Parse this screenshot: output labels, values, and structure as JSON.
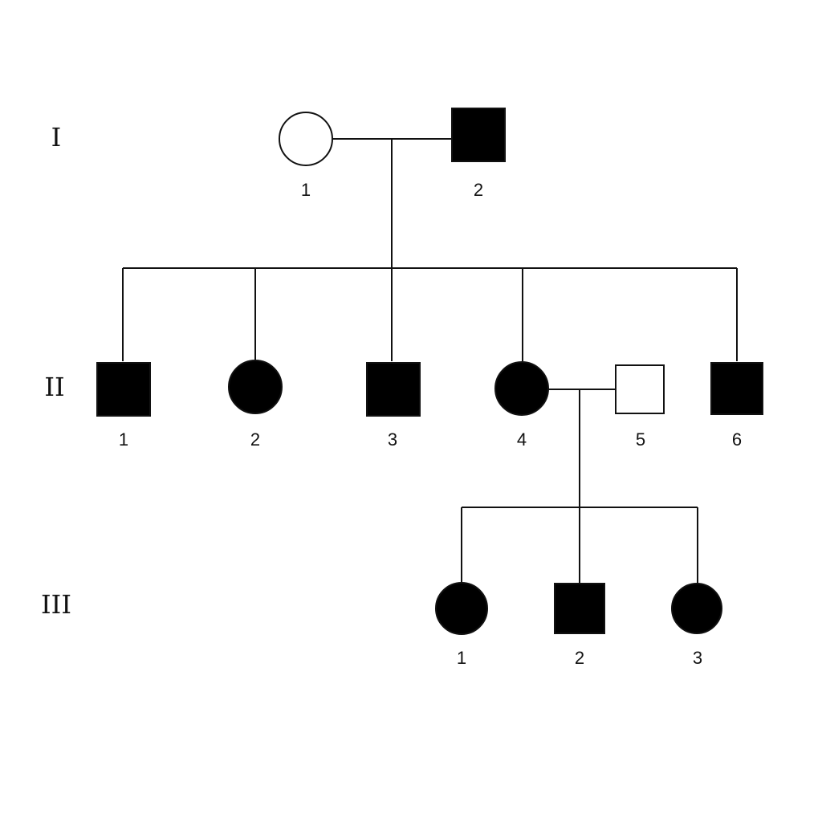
{
  "colors": {
    "affected": "#000000",
    "unaffected": "#ffffff",
    "line": "#111111",
    "background": "#ffffff"
  },
  "generations": {
    "g1": "I",
    "g2": "II",
    "g3": "III"
  },
  "individuals": {
    "g1_1": {
      "label": "1",
      "sex": "female",
      "affected": false
    },
    "g1_2": {
      "label": "2",
      "sex": "male",
      "affected": true
    },
    "g2_1": {
      "label": "1",
      "sex": "male",
      "affected": true
    },
    "g2_2": {
      "label": "2",
      "sex": "female",
      "affected": true
    },
    "g2_3": {
      "label": "3",
      "sex": "male",
      "affected": true
    },
    "g2_4": {
      "label": "4",
      "sex": "female",
      "affected": true
    },
    "g2_5": {
      "label": "5",
      "sex": "male",
      "affected": false
    },
    "g2_6": {
      "label": "6",
      "sex": "male",
      "affected": true
    },
    "g3_1": {
      "label": "1",
      "sex": "female",
      "affected": true
    },
    "g3_2": {
      "label": "2",
      "sex": "male",
      "affected": true
    },
    "g3_3": {
      "label": "3",
      "sex": "female",
      "affected": true
    }
  }
}
